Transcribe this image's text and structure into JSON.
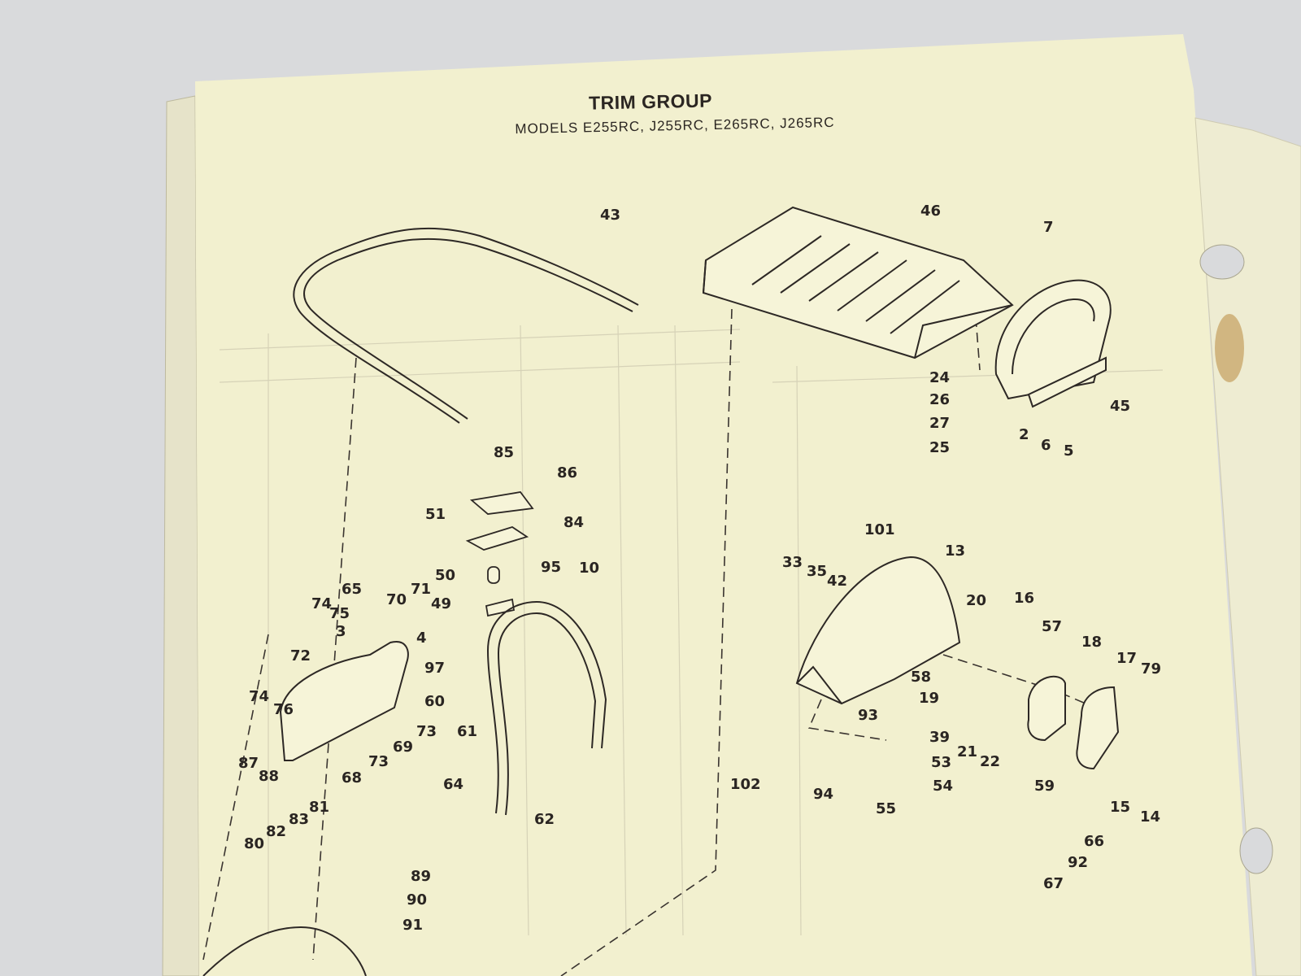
{
  "page": {
    "title": "TRIM GROUP",
    "subtitle": "MODELS E255RC, J255RC, E265RC, J265RC"
  },
  "callouts": [
    "43",
    "46",
    "7",
    "45",
    "24",
    "26",
    "27",
    "25",
    "2",
    "6",
    "5",
    "85",
    "86",
    "51",
    "84",
    "50",
    "95",
    "10",
    "49",
    "65",
    "74",
    "75",
    "3",
    "70",
    "71",
    "4",
    "72",
    "97",
    "60",
    "61",
    "74",
    "76",
    "73",
    "69",
    "87",
    "88",
    "68",
    "73",
    "64",
    "62",
    "81",
    "82",
    "83",
    "80",
    "89",
    "90",
    "91",
    "101",
    "13",
    "33",
    "35",
    "42",
    "20",
    "16",
    "57",
    "18",
    "17",
    "79",
    "58",
    "19",
    "93",
    "39",
    "53",
    "21",
    "22",
    "102",
    "94",
    "54",
    "55",
    "59",
    "15",
    "14",
    "66",
    "92",
    "67"
  ]
}
